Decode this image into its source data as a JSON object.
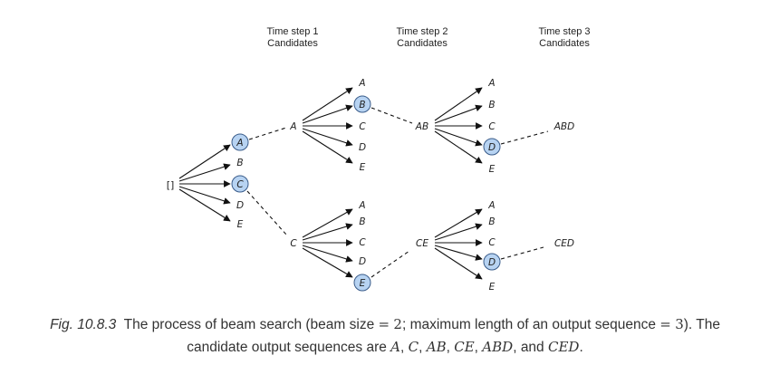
{
  "headers": {
    "step1": [
      "Time step 1",
      "Candidates"
    ],
    "step2": [
      "Time step 2",
      "Candidates"
    ],
    "step3": [
      "Time step 3",
      "Candidates"
    ]
  },
  "root": "[]",
  "step1_labels": [
    "A",
    "B",
    "C",
    "D",
    "E"
  ],
  "step2_prefixes": [
    "A",
    "C"
  ],
  "step2_labels_top": [
    "A",
    "B",
    "C",
    "D",
    "E"
  ],
  "step2_labels_bottom": [
    "A",
    "B",
    "C",
    "D",
    "E"
  ],
  "step3_prefixes": [
    "AB",
    "CE"
  ],
  "step3_labels_top": [
    "A",
    "B",
    "C",
    "D",
    "E"
  ],
  "step3_labels_bottom": [
    "A",
    "B",
    "C",
    "D",
    "E"
  ],
  "finals": [
    "ABD",
    "CED"
  ],
  "selected": {
    "step1": [
      "A",
      "C"
    ],
    "step2_top": [
      "B"
    ],
    "step2_bottom": [
      "E"
    ],
    "step3_top": [
      "D"
    ],
    "step3_bottom": [
      "D"
    ]
  },
  "colors": {
    "selected_fill": "#b7d3f2",
    "selected_stroke": "#3a5c8a"
  },
  "caption": {
    "fig_label": "Fig. 10.8.3",
    "line1_a": "The process of beam search (beam size",
    "eq": "=",
    "beam_size": "2",
    "line1_b": "; maximum length of an output sequence",
    "max_len": "3",
    "line1_c": "). The",
    "line2_a": "candidate output sequences are",
    "seq": [
      "A",
      "C",
      "AB",
      "CE",
      "ABD",
      "CED"
    ],
    "and": "and",
    "end": "."
  }
}
